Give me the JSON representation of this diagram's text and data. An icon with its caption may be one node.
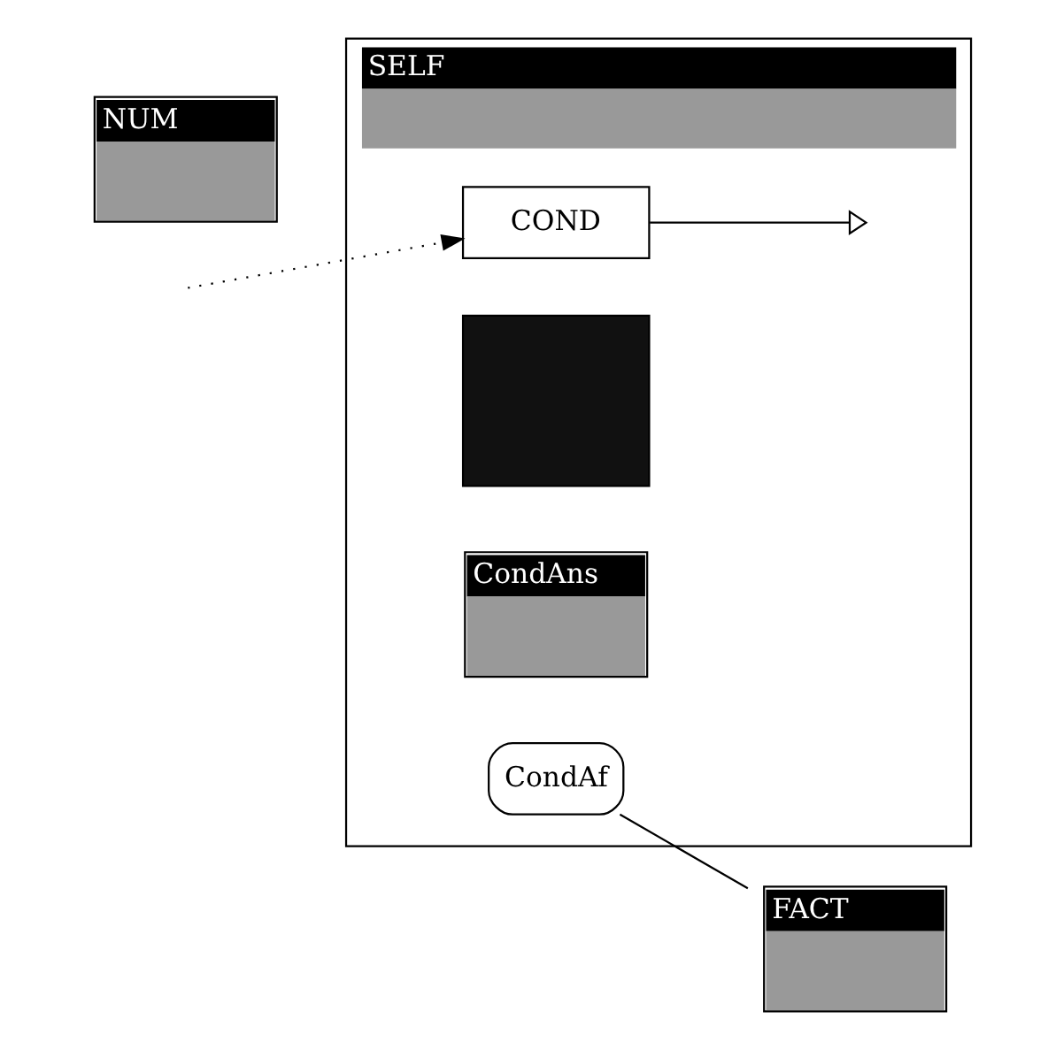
{
  "diagram": {
    "nodes": [
      {
        "text": [
          "SELF"
        ]
      },
      {
        "text": [
          "NUM"
        ]
      },
      {
        "text": [
          "COND"
        ],
        "in": 0
      },
      {
        "text": [],
        "shape": "box",
        "in": 0
      },
      {
        "text": [
          "CondAns"
        ],
        "in": 0
      },
      {
        "text": [
          "CondAf"
        ],
        "in": 0
      },
      {
        "text": [],
        "shape": "triangle",
        "in": 0
      },
      {
        "text": [
          "FACT"
        ]
      }
    ],
    "edges": [
      {
        "from": null,
        "to": 2,
        "arrow": "to",
        "style": "dashed"
      },
      {
        "from": 2,
        "to": 6,
        "arrow": "none"
      },
      {
        "from": 5,
        "to": 7,
        "arrow": "none"
      }
    ]
  }
}
